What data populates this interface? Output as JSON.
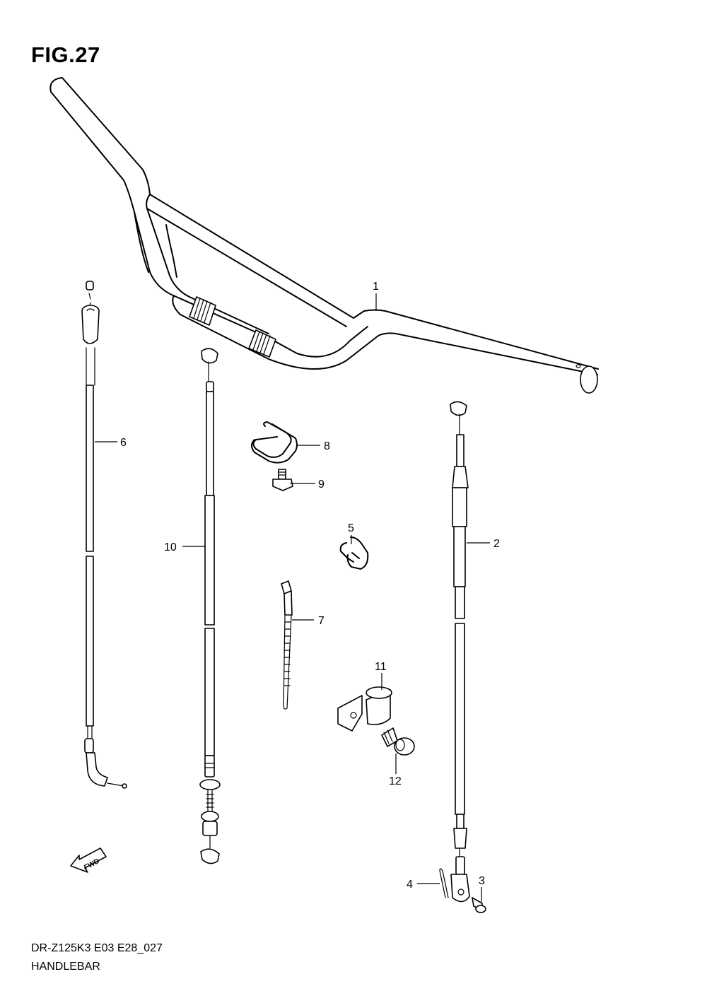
{
  "figure": {
    "title": "FIG.27"
  },
  "footer": {
    "model_code": "DR-Z125K3 E03 E28_027",
    "section_name": "HANDLEBAR"
  },
  "direction_indicator": {
    "label": "FWD"
  },
  "callouts": [
    {
      "id": "1",
      "text": "1"
    },
    {
      "id": "2",
      "text": "2"
    },
    {
      "id": "3",
      "text": "3"
    },
    {
      "id": "4",
      "text": "4"
    },
    {
      "id": "5",
      "text": "5"
    },
    {
      "id": "6",
      "text": "6"
    },
    {
      "id": "7",
      "text": "7"
    },
    {
      "id": "8",
      "text": "8"
    },
    {
      "id": "9",
      "text": "9"
    },
    {
      "id": "10",
      "text": "10"
    },
    {
      "id": "11",
      "text": "11"
    },
    {
      "id": "12",
      "text": "12"
    }
  ]
}
